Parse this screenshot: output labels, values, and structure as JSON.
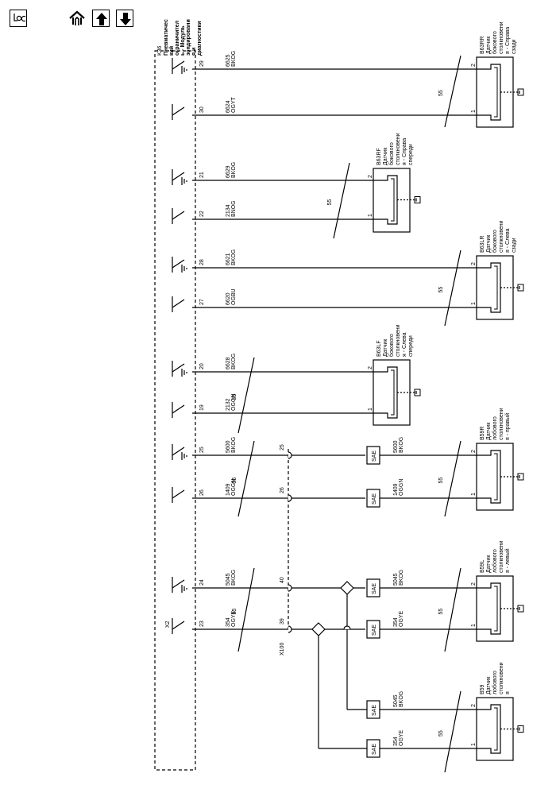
{
  "toolbar": {
    "loc_icon": "loc-icon",
    "home_icon": "home-icon",
    "up_icon": "arrow-up-icon",
    "down_icon": "arrow-down-icon"
  },
  "module": {
    "ref": "K36",
    "name_lines": [
      "Пневматичес",
      "кий",
      "ограничител",
      "ь - Модуль",
      "зондировани",
      "я и",
      "диагностики"
    ],
    "connector_x2": "X2",
    "connector_x100": "X100"
  },
  "circuits": [
    {
      "pin": "29",
      "num": "6625",
      "color": "BKOG"
    },
    {
      "pin": "30",
      "num": "6624",
      "color": "OGYT"
    },
    {
      "pin": "21",
      "num": "6629",
      "color": "BKOG"
    },
    {
      "pin": "22",
      "num": "2134",
      "color": "BNOG"
    },
    {
      "pin": "28",
      "num": "6621",
      "color": "BKOG"
    },
    {
      "pin": "27",
      "num": "6620",
      "color": "OGBU"
    },
    {
      "pin": "20",
      "num": "6628",
      "color": "BKOG"
    },
    {
      "pin": "19",
      "num": "2132",
      "color": "OGGN"
    },
    {
      "pin": "25",
      "num": "5600",
      "color": "BKOG"
    },
    {
      "pin": "26",
      "num": "1409",
      "color": "OGGN"
    },
    {
      "pin": "24",
      "num": "5045",
      "color": "BKOG"
    },
    {
      "pin": "23",
      "num": "354",
      "color": "OGYE"
    }
  ],
  "x100_pins": [
    "25",
    "26",
    "40",
    "39"
  ],
  "shield_label": "55",
  "sae_label": "SAE",
  "sensor_pin_1": "1",
  "sensor_pin_2": "2",
  "sensors": [
    {
      "ref": "B63RR",
      "lines": [
        "Датчик",
        "бокового",
        "столкновени",
        "я - Справа",
        "сзади"
      ]
    },
    {
      "ref": "B63RF",
      "lines": [
        "Датчик",
        "бокового",
        "столкновени",
        "я - Справа",
        "спереди"
      ]
    },
    {
      "ref": "B63LR",
      "lines": [
        "Датчик",
        "бокового",
        "столкновени",
        "я - Слева",
        "сзади"
      ]
    },
    {
      "ref": "B63LF",
      "lines": [
        "Датчик",
        "бокового",
        "столкновени",
        "я - Слева",
        "спереди"
      ]
    },
    {
      "ref": "B59R",
      "lines": [
        "Датчик",
        "лобового",
        "столкновени",
        "я - правый"
      ]
    },
    {
      "ref": "B59L",
      "lines": [
        "Датчик",
        "лобового",
        "столкновени",
        "я - левый"
      ]
    },
    {
      "ref": "B59",
      "lines": [
        "Датчик",
        "лобового",
        "столкновени",
        "я"
      ]
    }
  ],
  "sae_circuits": [
    {
      "num": "5600",
      "color": "BKOG"
    },
    {
      "num": "1409",
      "color": "OGGN"
    },
    {
      "num": "5045",
      "color": "BKOG"
    },
    {
      "num": "354",
      "color": "OGYE"
    },
    {
      "num": "5045",
      "color": "BKOG"
    },
    {
      "num": "354",
      "color": "OGYE"
    }
  ]
}
